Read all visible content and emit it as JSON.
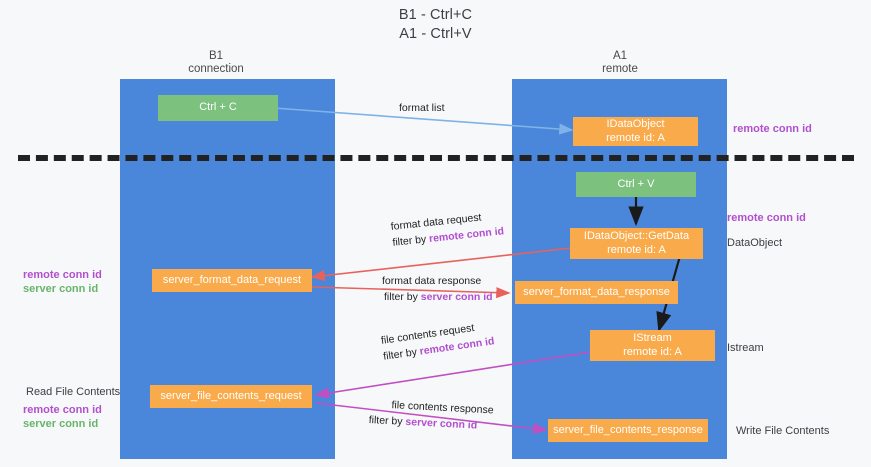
{
  "title": {
    "line1": "B1 - Ctrl+C",
    "line2": "A1 - Ctrl+V"
  },
  "columns": [
    {
      "name": "B1",
      "sub": "connection"
    },
    {
      "name": "A1",
      "sub": "remote"
    }
  ],
  "boxes": {
    "ctrl_c": "Ctrl + C",
    "ctrl_v": "Ctrl + V",
    "idataobject_top_l1": "IDataObject",
    "idataobject_top_l2": "remote id: A",
    "getdata_l1": "IDataObject::GetData",
    "getdata_l2": "remote id: A",
    "istream_l1": "IStream",
    "istream_l2": "remote id: A",
    "server_format_data_request": "server_format_data_request",
    "server_format_data_response": "server_format_data_response",
    "server_file_contents_request": "server_file_contents_request",
    "server_file_contents_response": "server_file_contents_response"
  },
  "edge_labels": {
    "format_list": "format list",
    "format_data_request": "format data request",
    "format_data_request_filter_prefix": "filter by ",
    "format_data_request_filter_key": "remote conn id",
    "format_data_response": "format data response",
    "format_data_response_filter_prefix": "filter by ",
    "format_data_response_filter_key": "server conn id",
    "file_contents_request": "file contents request",
    "file_contents_request_filter_prefix": "filter by ",
    "file_contents_request_filter_key": "remote conn id",
    "file_contents_response": "file contents response",
    "file_contents_response_filter_prefix": "filter by ",
    "file_contents_response_filter_key": "server conn id"
  },
  "annotations": {
    "right_remote_conn_id_top": "remote conn id",
    "right_remote_conn_id_mid": "remote conn id",
    "right_dataobject": "DataObject",
    "right_istream": "Istream",
    "right_write_file_contents": "Write File Contents",
    "left_remote_conn_id_mid": "remote conn id",
    "left_server_conn_id_mid": "server conn id",
    "left_read_file_contents": "Read File Contents",
    "left_remote_conn_id_bottom": "remote conn id",
    "left_server_conn_id_bottom": "server conn id"
  },
  "colors": {
    "lane": "#4a86da",
    "green_box": "#7dc17f",
    "orange_box": "#f9aa4b",
    "purple_text": "#b24fcf",
    "green_text": "#69b46b",
    "arrow_blue": "#7fb2e8",
    "arrow_red": "#e8625c",
    "arrow_magenta": "#c24fc2",
    "arrow_black": "#1a1a1a",
    "background": "#f7f8fa"
  }
}
